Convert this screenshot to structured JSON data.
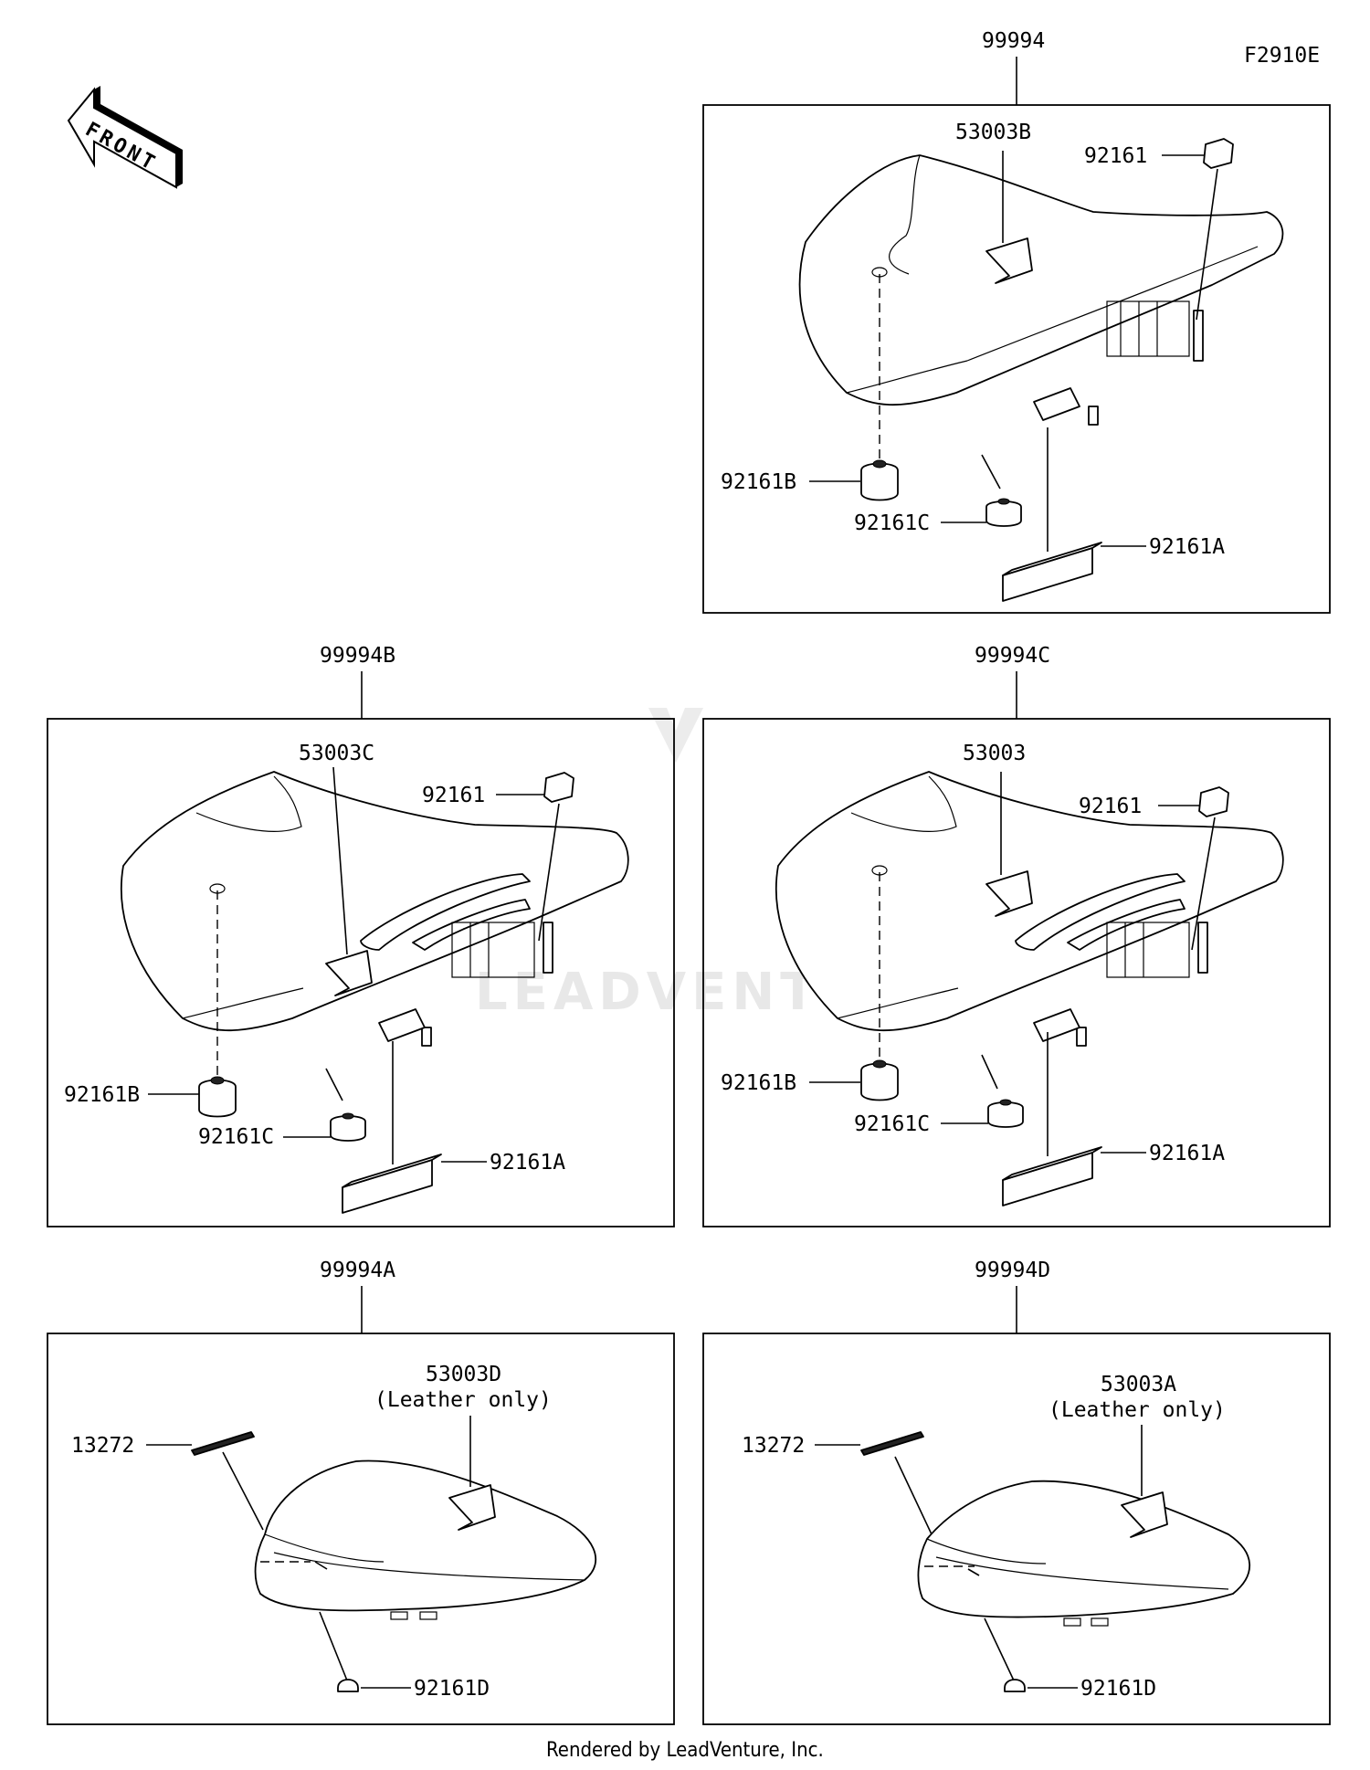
{
  "figure_code": "F2910E",
  "front_label": "FRONT",
  "footer": "Rendered by LeadVenture, Inc.",
  "watermark": "LEADVENTURE",
  "assemblies": {
    "a": {
      "id": "99994",
      "cover": "53003B",
      "bracket": "92161",
      "damper_b": "92161B",
      "damper_c": "92161C",
      "pad": "92161A"
    },
    "b": {
      "id": "99994B",
      "cover": "53003C",
      "bracket": "92161",
      "damper_b": "92161B",
      "damper_c": "92161C",
      "pad": "92161A"
    },
    "c": {
      "id": "99994C",
      "cover": "53003",
      "bracket": "92161",
      "damper_b": "92161B",
      "damper_c": "92161C",
      "pad": "92161A"
    },
    "d": {
      "id": "99994A",
      "cover": "53003D",
      "cover_note": "(Leather only)",
      "strip": "13272",
      "grommet": "92161D"
    },
    "e": {
      "id": "99994D",
      "cover": "53003A",
      "cover_note": "(Leather only)",
      "strip": "13272",
      "grommet": "92161D"
    }
  }
}
